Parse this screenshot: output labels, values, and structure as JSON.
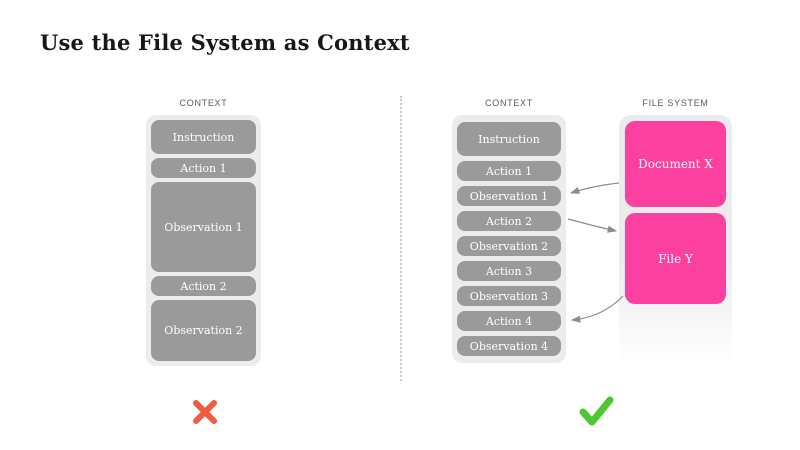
{
  "title": "Use the File System as Context",
  "colors": {
    "box_gray": "#9a9a9a",
    "panel_bg": "#ececec",
    "pink": "#fb409f",
    "cross_red": "#f15b44",
    "check_green": "#4dc732",
    "connector_gray": "#8c8c8c",
    "label_gray": "#5a5a5a"
  },
  "left_diagram": {
    "heading": "CONTEXT",
    "boxes": [
      {
        "label": "Instruction"
      },
      {
        "label": "Action 1"
      },
      {
        "label": "Observation 1"
      },
      {
        "label": "Action 2"
      },
      {
        "label": "Observation 2"
      }
    ],
    "verdict": "cross"
  },
  "right_diagram": {
    "context": {
      "heading": "CONTEXT",
      "boxes": [
        {
          "label": "Instruction"
        },
        {
          "label": "Action 1"
        },
        {
          "label": "Observation 1"
        },
        {
          "label": "Action 2"
        },
        {
          "label": "Observation 2"
        },
        {
          "label": "Action 3"
        },
        {
          "label": "Observation 3"
        },
        {
          "label": "Action 4"
        },
        {
          "label": "Observation 4"
        }
      ]
    },
    "file_system": {
      "heading": "FILE SYSTEM",
      "boxes": [
        {
          "label": "Document X"
        },
        {
          "label": "File Y"
        }
      ]
    },
    "connections": [
      {
        "from": "Document X",
        "to": "Observation 1",
        "arrow_points_to": "Observation 1"
      },
      {
        "from": "Action 2",
        "to": "File Y",
        "arrow_points_to": "File Y"
      },
      {
        "from": "File Y",
        "to": "Action 4",
        "arrow_points_to": "Action 4"
      }
    ],
    "verdict": "check"
  }
}
